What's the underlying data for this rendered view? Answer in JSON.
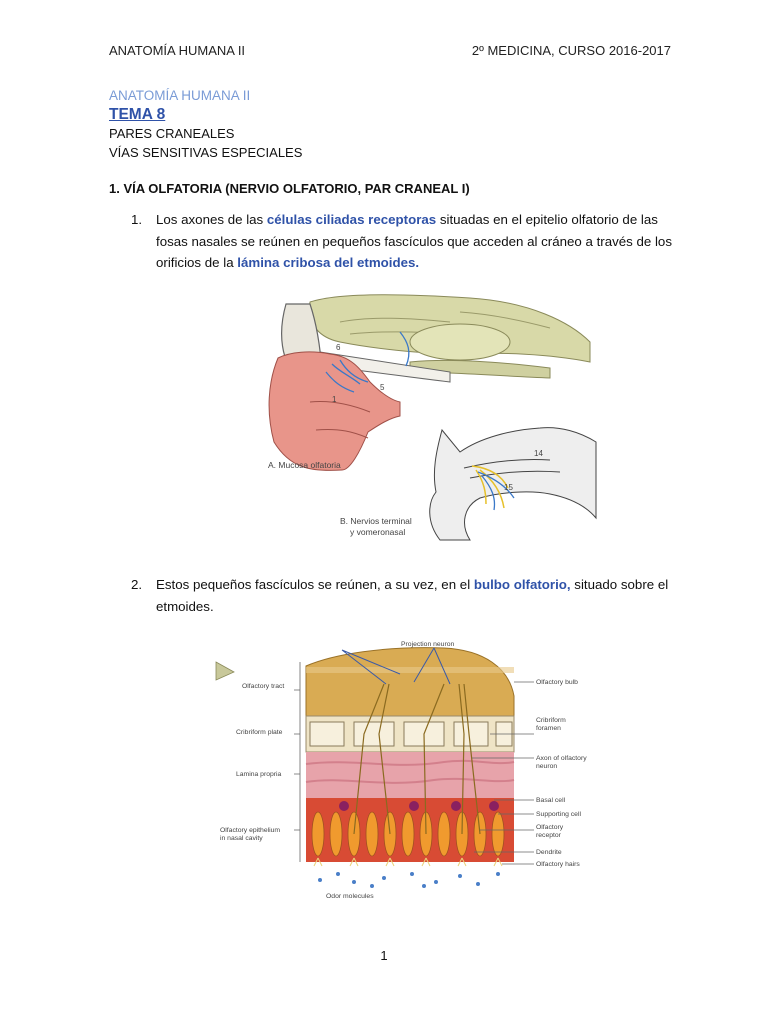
{
  "header": {
    "left": "ANATOMÍA HUMANA II",
    "right": "2º MEDICINA, CURSO 2016-2017"
  },
  "kicker": "ANATOMÍA HUMANA II",
  "tema": "TEMA 8",
  "subtitles": [
    "PARES CRANEALES",
    "VÍAS SENSITIVAS ESPECIALES"
  ],
  "section_title": "1. VÍA OLFATORIA (NERVIO OLFATORIO, PAR CRANEAL I)",
  "item1": {
    "num": "1.",
    "t1": "Los axones de las ",
    "h1": "células ciliadas receptoras",
    "t2": " situadas en el epitelio olfatorio de las fosas nasales se reúnen en pequeños fascículos que acceden al cráneo a través de los orificios de la ",
    "h2": "lámina cribosa del etmoides."
  },
  "figure1": {
    "label_a": "A.  Mucosa olfatoria",
    "label_b1": "B.  Nervios terminal",
    "label_b2": "y vomeronasal",
    "num_6": "6",
    "num_5": "5",
    "num_1": "1",
    "num_14": "14",
    "num_15": "15"
  },
  "item2": {
    "num": "2.",
    "t1": "Estos pequeños fascículos se reúnen, a su vez, en el ",
    "h1": "bulbo olfatorio,",
    "t2": " situado sobre el etmoides."
  },
  "figure2": {
    "projection_neuron": "Projection neuron",
    "left_labels": {
      "olfactory_tract": "Olfactory tract",
      "cribriform_plate": "Cribriform plate",
      "lamina_propria": "Lamina propria",
      "epithelium_1": "Olfactory epithelium",
      "epithelium_2": "in nasal cavity"
    },
    "right_labels": {
      "olfactory_bulb": "Olfactory bulb",
      "cribriform_1": "Cribriform",
      "cribriform_2": "foramen",
      "axon_1": "Axon of olfactory",
      "axon_2": "neuron",
      "basal_cell": "Basal cell",
      "supporting_cell": "Supporting cell",
      "receptor_1": "Olfactory",
      "receptor_2": "receptor",
      "dendrite": "Dendrite",
      "olfactory_hairs": "Olfactory hairs"
    },
    "odor_molecules": "Odor molecules"
  },
  "page_number": "1"
}
